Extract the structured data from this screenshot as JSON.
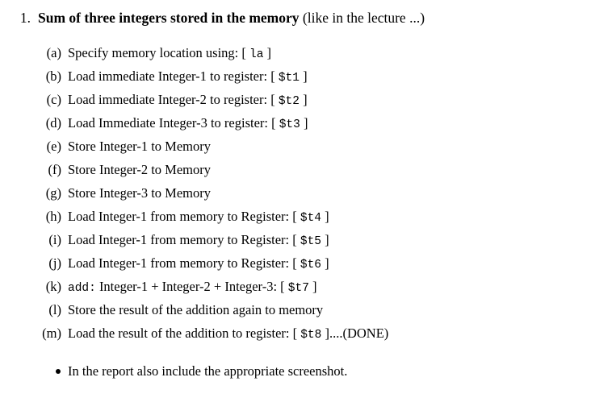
{
  "document": {
    "background_color": "#ffffff",
    "text_color": "#000000",
    "top_item": {
      "number": "1.",
      "title_bold": "Sum of three integers stored in the memory",
      "title_paren": " (like in the lecture ...)"
    },
    "sub_items": [
      {
        "label": "(a)",
        "before": "Specify memory location using: ",
        "open": "[ ",
        "code": "la",
        "close": " ]",
        "after": ""
      },
      {
        "label": "(b)",
        "before": "Load immediate Integer-1 to register: ",
        "open": "[ ",
        "code": "$t1",
        "close": " ]",
        "after": ""
      },
      {
        "label": "(c)",
        "before": "Load immediate Integer-2 to register: ",
        "open": "[ ",
        "code": "$t2",
        "close": " ]",
        "after": ""
      },
      {
        "label": "(d)",
        "before": "Load Immediate Integer-3 to register: ",
        "open": "[ ",
        "code": "$t3",
        "close": " ]",
        "after": ""
      },
      {
        "label": "(e)",
        "before": "Store Integer-1 to Memory",
        "open": "",
        "code": "",
        "close": "",
        "after": ""
      },
      {
        "label": "(f)",
        "before": "Store Integer-2 to Memory",
        "open": "",
        "code": "",
        "close": "",
        "after": ""
      },
      {
        "label": "(g)",
        "before": "Store Integer-3 to Memory",
        "open": "",
        "code": "",
        "close": "",
        "after": ""
      },
      {
        "label": "(h)",
        "before": "Load Integer-1 from memory to Register: ",
        "open": "[ ",
        "code": "$t4",
        "close": " ]",
        "after": ""
      },
      {
        "label": "(i)",
        "before": "Load Integer-1 from memory to Register: ",
        "open": "[ ",
        "code": "$t5",
        "close": " ]",
        "after": ""
      },
      {
        "label": "(j)",
        "before": "Load Integer-1 from memory to Register: ",
        "open": "[ ",
        "code": "$t6",
        "close": " ]",
        "after": ""
      },
      {
        "label": "(k)",
        "before_code": "add:",
        "before": " Integer-1 + Integer-2 + Integer-3: ",
        "open": "[ ",
        "code": "$t7",
        "close": " ]",
        "after": ""
      },
      {
        "label": "(l)",
        "before": "Store the result of the addition again to memory",
        "open": "",
        "code": "",
        "close": "",
        "after": ""
      },
      {
        "label": "(m)",
        "before": "Load the result of the addition to register: ",
        "open": "[ ",
        "code": "$t8",
        "close": " ]",
        "after": "....(DONE)"
      }
    ],
    "bullet_items": [
      {
        "marker": "•",
        "text": "In the report also include the appropriate screenshot."
      }
    ]
  }
}
